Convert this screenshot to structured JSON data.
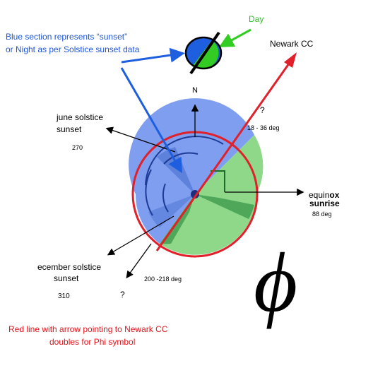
{
  "annotations": {
    "day": "Day",
    "blue_note_line1": "Blue section represents “sunset”",
    "blue_note_line2": "or Night as per Solstice sunset data",
    "newark": "Newark CC",
    "north": "N",
    "q_top": "?",
    "range_top": "18 - 36 deg",
    "june_line1": "june solstice",
    "june_line2": "sunset",
    "june_deg": "270",
    "equinox_part1": "equin",
    "equinox_part2": "ox",
    "equinox_sunrise": "sunrise",
    "equinox_deg": "88 deg",
    "dec_line1": "ecember solstice",
    "dec_line2": "sunset",
    "dec_deg": "310",
    "range_bottom": "200 -218 deg",
    "q_bottom": "?",
    "red_note_line1": "Red line with arrow pointing to Newark CC",
    "red_note_line2": "doubles for Phi symbol",
    "phi_glyph": "ϕ"
  },
  "colors": {
    "blue_fill": "#7f9ef0",
    "blue_dark": "#5e82dc",
    "blue_stroke": "#1d3b96",
    "green_fill": "#8fd88a",
    "green_dark": "#4fa85a",
    "green_stroke": "#1f6b2a",
    "red": "#e0202a",
    "arrow_blue": "#1e5fe0",
    "arrow_green": "#33cc22",
    "text_blue": "#1e56d8",
    "text_green": "#2fbf2a",
    "text_red": "#e3141c"
  },
  "icons": [
    "phi-day-night-icon",
    "phi-symbol-icon",
    "north-arrow-icon"
  ]
}
